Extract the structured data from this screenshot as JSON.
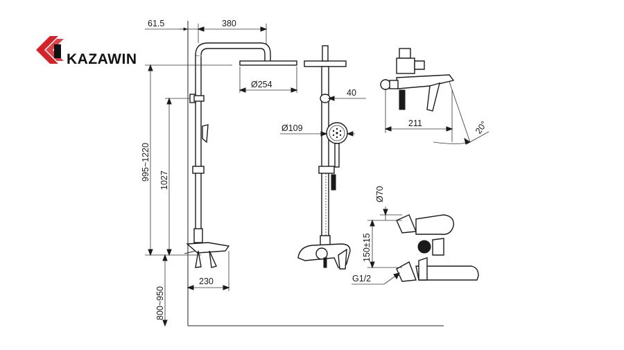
{
  "brand": {
    "name": "KAZAWIN",
    "mark_color": "#d2232a"
  },
  "dimensions": {
    "top_offset": "61.5",
    "arm_length": "380",
    "head_diameter": "Ø254",
    "slider_offset": "40",
    "hand_diameter": "Ø109",
    "mixer_depth": "211",
    "mixer_angle": "20°",
    "height_range": "995~1220",
    "rail_height": "1027",
    "floor_range": "800~950",
    "spout_length": "230",
    "inlet_diameter": "Ø70",
    "inlet_spacing": "150±15",
    "thread": "G1/2"
  }
}
